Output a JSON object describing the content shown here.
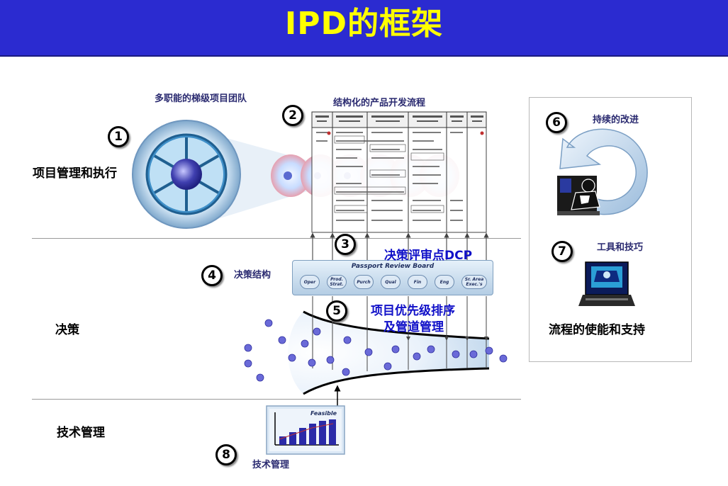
{
  "header": {
    "title": "IPD的框架"
  },
  "rows": {
    "project": "项目管理和执行",
    "decision": "决策",
    "tech": "技术管理"
  },
  "labels": {
    "team": "多职能的梯级项目团队",
    "process": "结构化的产品开发流程",
    "dcp": "决策评审点DCP",
    "decision_structure": "决策结构",
    "priority_line1": "项目优先级排序",
    "priority_line2": "及管道管理",
    "improve": "持续的改进",
    "tools": "工具和技巧",
    "support": "流程的使能和支持",
    "tech_mgmt": "技术管理"
  },
  "numbers": [
    "1",
    "2",
    "3",
    "4",
    "5",
    "6",
    "7",
    "8"
  ],
  "board": {
    "title": "Passport Review Board",
    "members": [
      "Oper",
      "Prod. Strat.",
      "Purch",
      "Qual",
      "Fin",
      "Eng",
      "Sr. Area Exec.'s"
    ]
  },
  "feasible": "Feasible",
  "colors": {
    "header_bg": "#2b2bd0",
    "title": "#ffff00",
    "accent_blue": "#1010c8"
  }
}
